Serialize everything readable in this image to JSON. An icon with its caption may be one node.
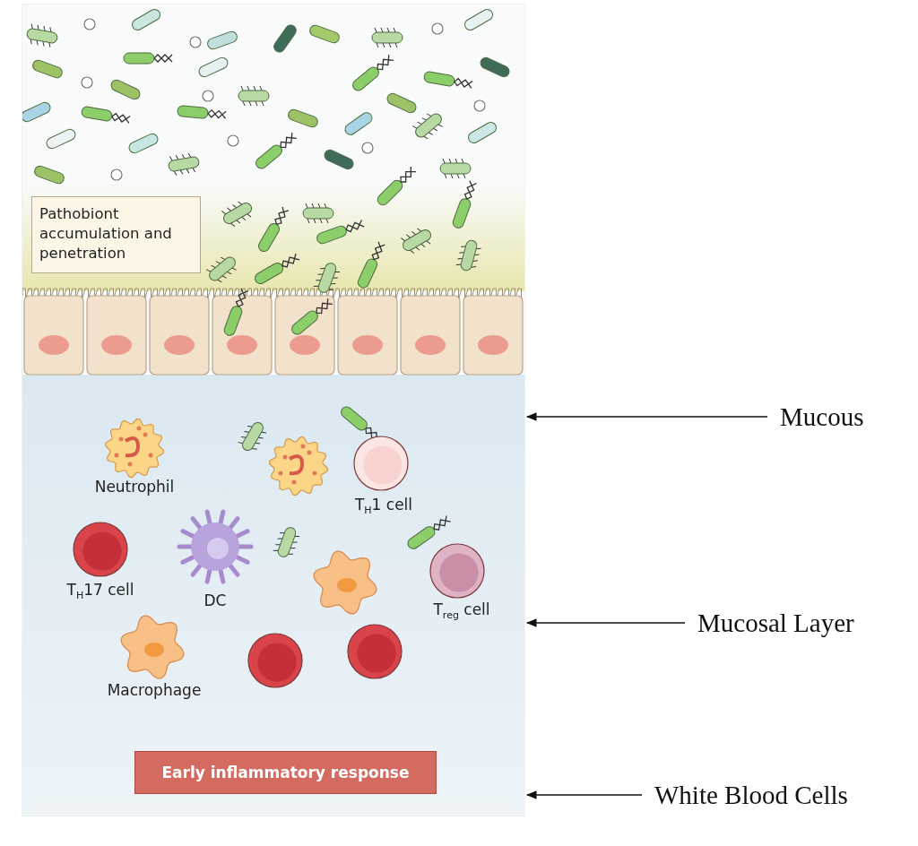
{
  "diagram": {
    "nodes": [
      {
        "text": [],
        "shape": "picture"
      },
      {
        "text": [
          "Pathobiont accumulation and penetration"
        ],
        "in": 0
      },
      {
        "text": [
          "Early inflammatory response"
        ],
        "in": 0
      },
      {
        "text": [
          "Mucous"
        ]
      },
      {
        "text": [
          "Mucosal Layer"
        ]
      },
      {
        "text": [
          "White Blood Cells"
        ]
      }
    ],
    "edges": [
      {
        "from": 3,
        "to": 0,
        "arrow": "to"
      },
      {
        "from": 4,
        "to": 0,
        "arrow": "to"
      },
      {
        "from": 5,
        "to": 0,
        "arrow": "to"
      }
    ],
    "labels": [
      "Neutrophil",
      "T$_{H}$1 cell",
      "T$_{H}$17 cell",
      "DC",
      "T$_{reg}$ cell",
      "Macrophage"
    ]
  }
}
